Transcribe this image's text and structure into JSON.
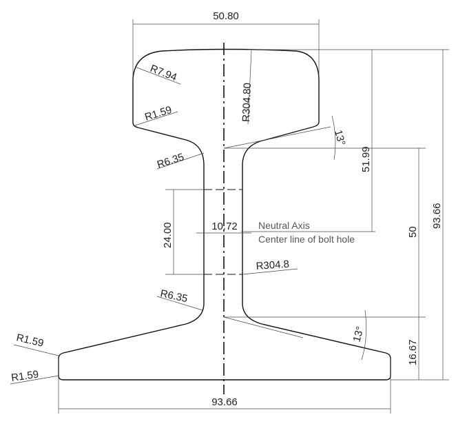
{
  "dimensions": {
    "head_width": "50.80",
    "base_width": "93.66",
    "total_height": "93.66",
    "head_to_neutral": "51.99",
    "web_height": "50",
    "base_height": "16.67",
    "bolt_spacing": "24.00",
    "web_thickness": "10.72"
  },
  "radii": {
    "head_corner": "R7.94",
    "head_under": "R1.59",
    "head_top": "R304.80",
    "web_upper": "R6.35",
    "web_lower": "R6.35",
    "web_side": "R304.8",
    "base_top": "R1.59",
    "base_bottom": "R1.59"
  },
  "angles": {
    "head_slope": "13°",
    "base_slope": "13°"
  },
  "notes": {
    "neutral_axis": "Neutral Axis",
    "bolt_hole": "Center line of bolt hole"
  }
}
